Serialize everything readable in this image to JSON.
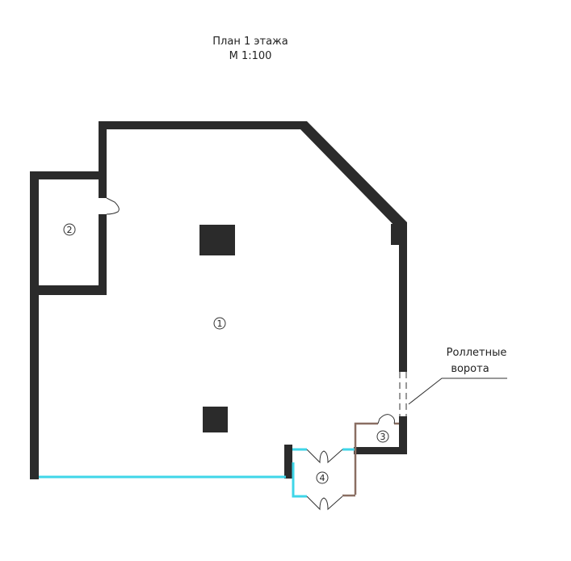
{
  "title": {
    "line1": "План 1 этажа",
    "line2": "М 1:100"
  },
  "rooms": [
    {
      "number": "1"
    },
    {
      "number": "2"
    },
    {
      "number": "3"
    },
    {
      "number": "4"
    }
  ],
  "annotation": {
    "line1": "Роллетные",
    "line2": "ворота"
  },
  "colors": {
    "wall": "#2b2b2b",
    "glazing": "#3fd6e8",
    "partition": "#8a6e62"
  }
}
